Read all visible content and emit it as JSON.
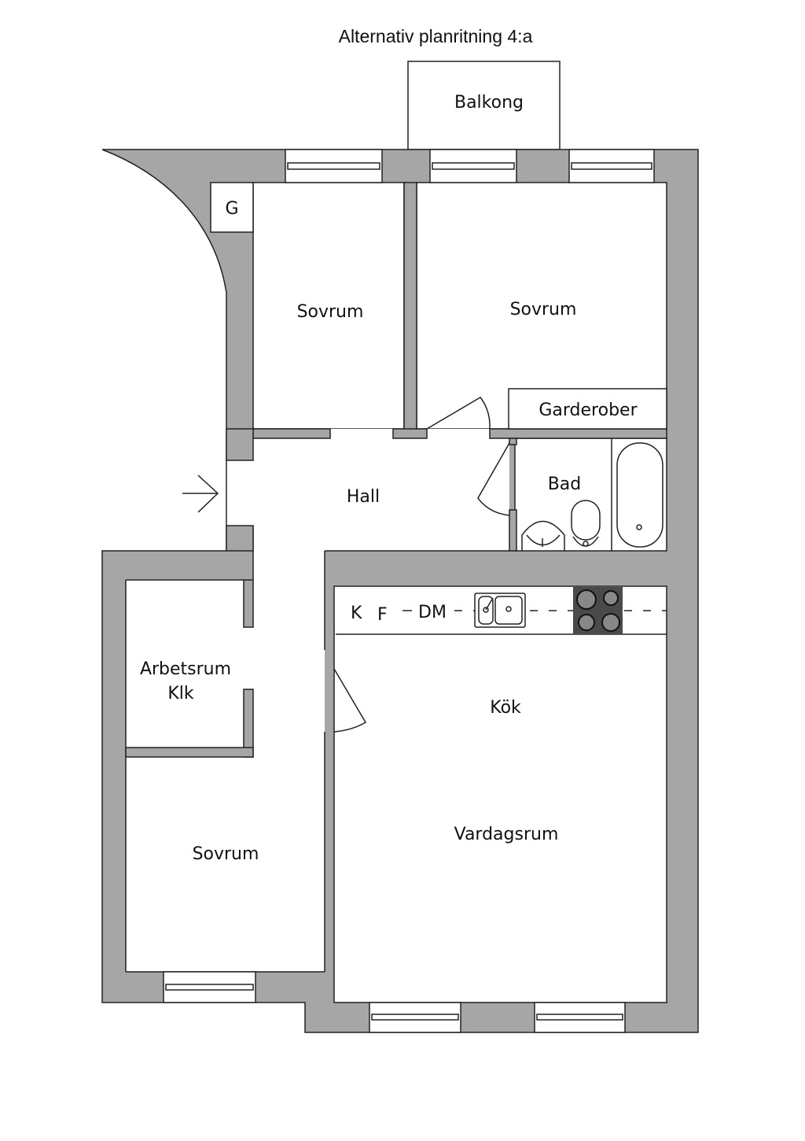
{
  "title": "Alternativ planritning 4:a",
  "rooms": {
    "balcony": "Balkong",
    "storage": "G",
    "bedroom_1": "Sovrum",
    "bedroom_2": "Sovrum",
    "wardrobes": "Garderober",
    "hall": "Hall",
    "bathroom": "Bad",
    "office_line1": "Arbetsrum",
    "office_line2": "Klk",
    "bedroom_3": "Sovrum",
    "kitchen": "Kök",
    "living_room": "Vardagsrum"
  },
  "kitchen_labels": {
    "fridge": "K",
    "freezer": "F",
    "dishwasher": "DM"
  },
  "colors": {
    "wall": "#a6a6a6",
    "stove": "#4a4a4a"
  }
}
